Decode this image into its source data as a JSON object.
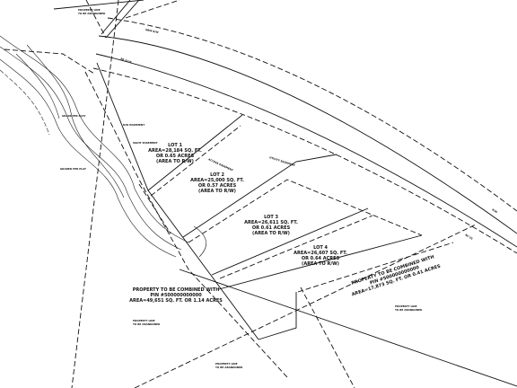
{
  "lots": [
    {
      "id": "lot1",
      "title": "LOT 1",
      "area": "AREA=28,184 SQ. FT.",
      "acres": "OR 0.65 ACRES",
      "note": "(AREA TO R/W)"
    },
    {
      "id": "lot2",
      "title": "LOT 2",
      "area": "AREA=25,000 SQ. FT.",
      "acres": "OR 0.57 ACRES",
      "note": "(AREA TO R/W)"
    },
    {
      "id": "lot3",
      "title": "LOT 3",
      "area": "AREA=26,611 SQ. FT.",
      "acres": "OR 0.61 ACRES",
      "note": "(AREA TO R/W)"
    },
    {
      "id": "lot4",
      "title": "LOT 4",
      "area": "AREA=26,607 SQ. FT.",
      "acres": "OR 0.64 ACRES",
      "note": "(AREA TO R/W)"
    }
  ],
  "parcel_left": {
    "line1": "PROPERTY TO BE COMBINED WITH",
    "line2": "PIN #500000000000",
    "line3": "AREA=49,651 SQ. FT. OR 1.14 ACRES"
  },
  "parcel_right": {
    "line1": "PROPERTY TO BE COMBINED WITH",
    "line2": "PIN #500000000000",
    "line3": "AREA=17,873 SQ. FT. OR 0.41 ACRES"
  },
  "small_labels": {
    "property_line_top": "PROPERTY LINE",
    "property_line_top_2": "TO BE ABANDONED",
    "new_r_w": "NEW R/W",
    "sight_easement": "SIGHT EASEMENT",
    "r_w_easement": "R/W EASEMENT",
    "access_easement": "ACCESS EASEMENT",
    "utility_easement": "UTILITY EASEMENT",
    "grass_per_plat": "GRASS PER PLAT",
    "graded_per_plat": "GRADED PER PLAT",
    "property_line_mid": "PROPERTY LINE",
    "property_line_mid_2": "TO BE ABANDONED",
    "property_line_right": "PROPERTY LINE",
    "property_line_right_2": "TO BE ABANDONED",
    "property_line_bottom": "PROPERTY LINE",
    "property_line_bottom_2": "TO BE ABANDONED",
    "road_label_1": "SR 1125",
    "road_label_2": "NC 55",
    "road_label_3": "R/W",
    "road_label_4": "NC 55"
  }
}
